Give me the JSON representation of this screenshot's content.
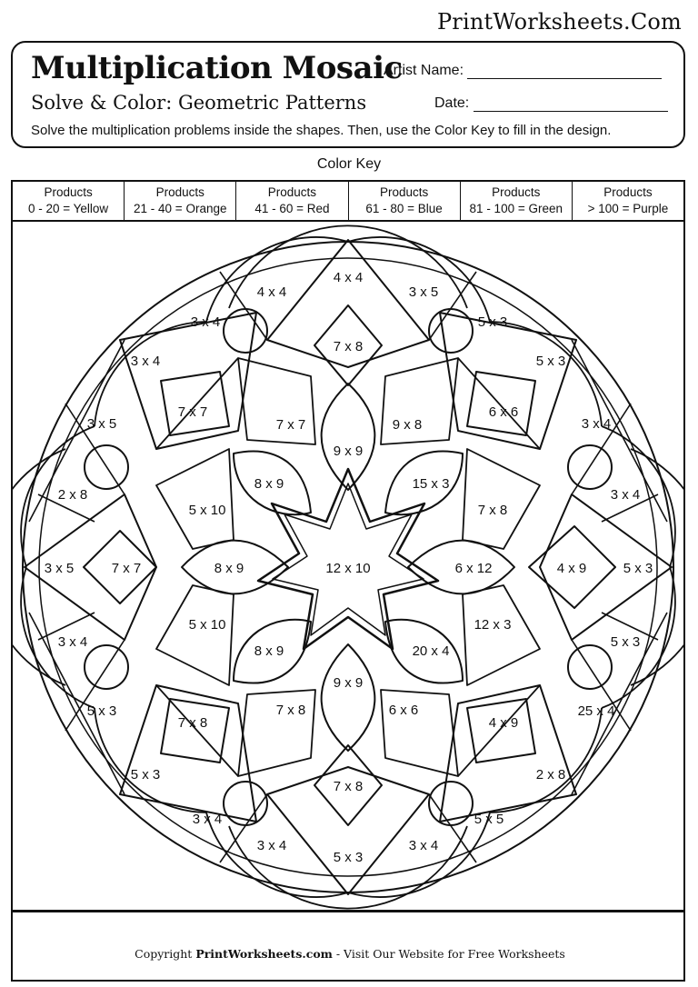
{
  "site_name": "PrintWorksheets.Com",
  "header": {
    "title": "Multiplication Mosaic",
    "subtitle": "Solve & Color: Geometric Patterns",
    "artist_label": "Artist Name:",
    "date_label": "Date:",
    "instructions": "Solve the multiplication problems inside the shapes. Then, use the Color Key to fill in the design."
  },
  "color_key": {
    "title": "Color Key",
    "items": [
      {
        "line1": "Products",
        "line2": "0 - 20 = Yellow"
      },
      {
        "line1": "Products",
        "line2": "21 - 40 = Orange"
      },
      {
        "line1": "Products",
        "line2": "41 - 60 = Red"
      },
      {
        "line1": "Products",
        "line2": "61 - 80 = Blue"
      },
      {
        "line1": "Products",
        "line2": "81 - 100 = Green"
      },
      {
        "line1": "Products",
        "line2": "> 100 = Purple"
      }
    ]
  },
  "problems": {
    "center": "12 x 10",
    "top_tip": "4 x 4",
    "top_l": "4 x 4",
    "top_r": "3 x 5",
    "ring_a": "3 x 4",
    "ring_b": "5 x 3",
    "ring_c": "3 x 4",
    "ring_d": "5 x 3",
    "ring_e": "3 x 5",
    "ring_f": "3 x 4",
    "ring_g": "2 x 8",
    "ring_h": "3 x 4",
    "left_tip": "3 x 5",
    "right_tip": "5 x 3",
    "ring_i": "3 x 4",
    "ring_j": "5 x 3",
    "ring_k": "5 x 3",
    "ring_l": "25 x 4",
    "ring_m": "5 x 3",
    "ring_n": "2 x 8",
    "ring_o": "3 x 4",
    "ring_p": "5 x 5",
    "bot_l": "3 x 4",
    "bot_tip": "5 x 3",
    "bot_r": "3 x 4",
    "dia_top": "7 x 8",
    "dia_bot": "7 x 8",
    "dia_left": "7 x 7",
    "dia_right": "4 x 9",
    "quad_tl": "7 x 7",
    "quad_tr": "6 x 6",
    "quad_bl": "7 x 8",
    "quad_br": "4 x 9",
    "mid_tl": "7 x 7",
    "mid_tr": "9 x 8",
    "mid_bl": "7 x 8",
    "mid_br": "6 x 6",
    "side_l1": "5 x 10",
    "side_l2": "5 x 10",
    "side_r1": "7 x 8",
    "side_r2": "12 x 3",
    "petal_top": "9 x 9",
    "petal_bot": "9 x 9",
    "petal_left": "8 x 9",
    "petal_right": "6 x 12",
    "petal_tl": "8 x 9",
    "petal_tr": "15 x 3",
    "petal_bl": "8 x 9",
    "petal_br": "20 x 4"
  },
  "footer": {
    "prefix": "Copyright ",
    "brand": "PrintWorksheets.com",
    "suffix": " - Visit Our Website for Free Worksheets"
  }
}
